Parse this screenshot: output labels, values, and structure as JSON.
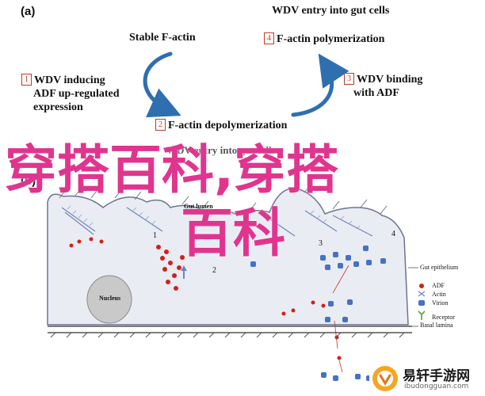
{
  "panel_a": {
    "label": "(a)",
    "top_caption": "WDV entry into gut cells",
    "stable": "Stable F-actin",
    "steps": [
      {
        "num": "1",
        "lines": [
          "WDV inducing",
          "ADF up-regulated",
          "expression"
        ]
      },
      {
        "num": "2",
        "lines": [
          "F-actin depolymerization"
        ]
      },
      {
        "num": "3",
        "lines": [
          "WDV binding",
          "with ADF"
        ]
      },
      {
        "num": "4",
        "lines": [
          "F-actin polymerization"
        ]
      }
    ]
  },
  "panel_b": {
    "label": "(b)",
    "caption": "WDV entry into gut cells",
    "gut_lumen": "Gut lumen",
    "nucleus": "Nucleus",
    "step_numbers": [
      "1",
      "2",
      "3",
      "4"
    ],
    "gut_epithelium": "Gut epithelium",
    "basal_lamina": "Basal lamina",
    "legend": [
      {
        "name": "ADF",
        "icon": "red-dot-icon"
      },
      {
        "name": "Actin",
        "icon": "cross-icon"
      },
      {
        "name": "Virion",
        "icon": "virion-icon"
      },
      {
        "name": "Receptor",
        "icon": "receptor-icon"
      }
    ]
  },
  "overlay": {
    "line1": "穿搭百科,穿搭",
    "line2": "百科"
  },
  "watermark": {
    "name": "易轩手游网",
    "url": "ibudongguan.com"
  },
  "colors": {
    "arrow_blue": "#2e6fb0",
    "step_red": "#c0392b",
    "adf_red": "#d0211b",
    "virion_blue": "#4472c4",
    "overlay_pink": "#e0358e",
    "cell_fill": "#eaecf3"
  }
}
